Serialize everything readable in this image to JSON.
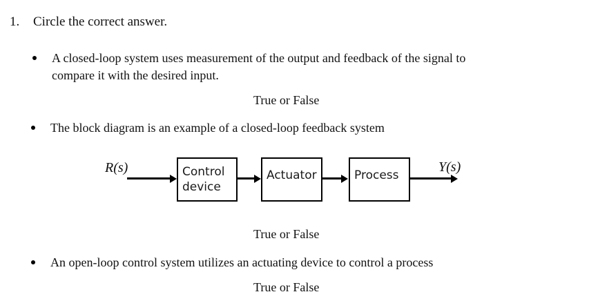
{
  "question": {
    "number": "1.",
    "text": "Circle the correct answer."
  },
  "bullets": [
    {
      "marker": "bullet-dot",
      "line1": "A closed-loop system uses measurement of the output and feedback of the signal to",
      "line2": "compare it with the desired input."
    },
    {
      "marker": "bullet-dot",
      "line1": "The block diagram is an example of a closed-loop feedback system"
    },
    {
      "marker": "bullet-dot",
      "line1": "An open-loop control system utilizes an actuating device to control a process"
    }
  ],
  "answer_prompts": {
    "first": "True or False",
    "second": "True or False",
    "third": "True or False"
  },
  "diagram": {
    "input_label": "R(s)",
    "output_label": "Y(s)",
    "blocks": [
      {
        "line1": "Control",
        "line2": "device"
      },
      {
        "line1": "Actuator",
        "line2": ""
      },
      {
        "line1": "Process",
        "line2": ""
      }
    ],
    "colors": {
      "stroke": "#000000",
      "block_fill": "#ffffff",
      "text": "#1a1a1a"
    }
  },
  "colors": {
    "page_background": "#ffffff",
    "body_text": "#111111"
  }
}
